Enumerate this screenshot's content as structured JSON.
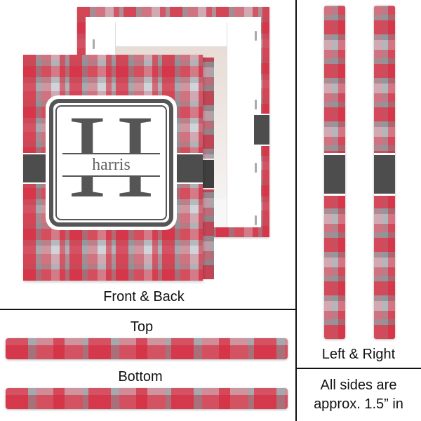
{
  "product": {
    "monogram_letter": "H",
    "monogram_name": "harris",
    "colors": {
      "plaid_red": "#d7283c",
      "plaid_gray": "#c9cdd2",
      "band_dark": "#4d4d4d",
      "monogram_text": "#555555"
    }
  },
  "panels": {
    "front_back": {
      "label": "Front & Back"
    },
    "top": {
      "label": "Top"
    },
    "bottom": {
      "label": "Bottom"
    },
    "left_right": {
      "label": "Left & Right"
    },
    "note": {
      "line1": "All sides are",
      "line2": "approx. 1.5” in"
    }
  }
}
